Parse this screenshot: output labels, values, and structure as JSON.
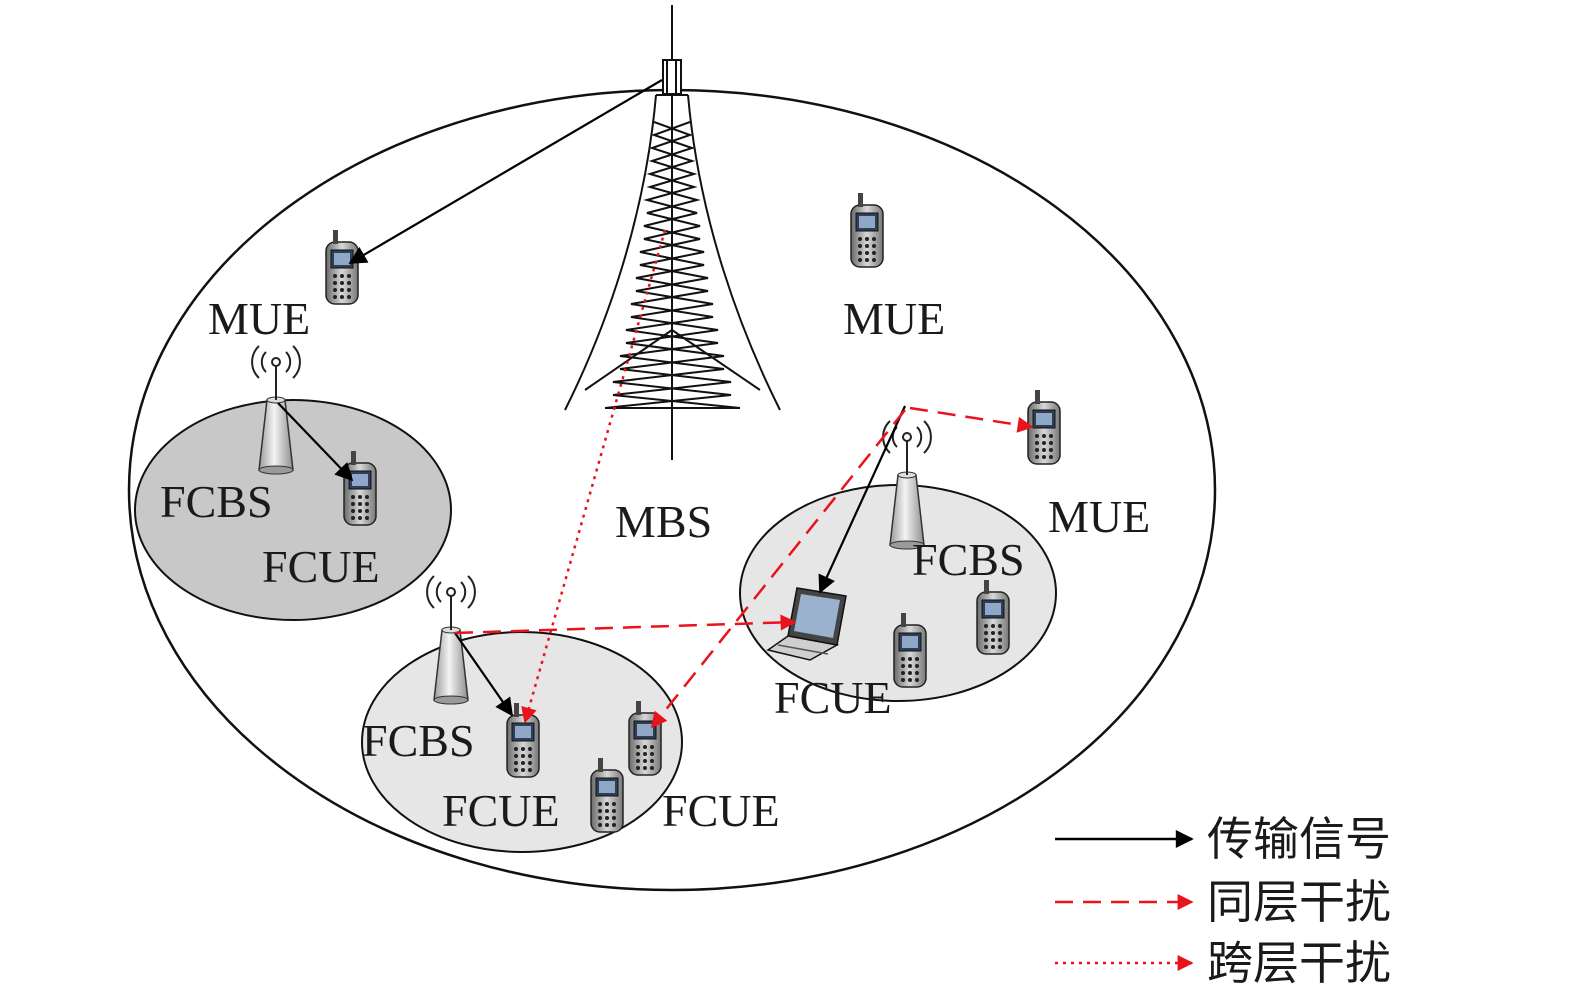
{
  "labels": {
    "mbs": "MBS",
    "mue_left": "MUE",
    "mue_center": "MUE",
    "mue_right": "MUE",
    "fcbs_left": "FCBS",
    "fcue_left": "FCUE",
    "fcbs_bottom": "FCBS",
    "fcue_bottom_1": "FCUE",
    "fcue_bottom_2": "FCUE",
    "fcbs_right": "FCBS",
    "fcue_right": "FCUE"
  },
  "legend": {
    "transmit": "传输信号",
    "co_tier": "同层干扰",
    "cross_tier": "跨层干扰"
  },
  "colors": {
    "signal": "#000000",
    "interference": "#e8131b",
    "cell_dark": "#c8c8c8",
    "cell_light": "#e6e6e6"
  }
}
